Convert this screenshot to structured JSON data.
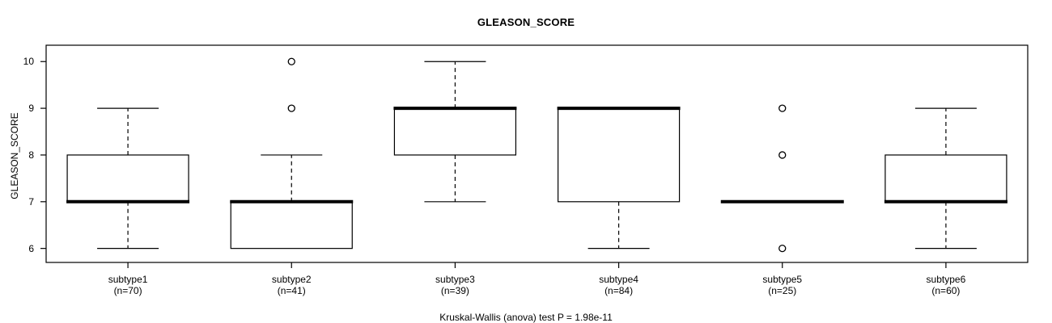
{
  "chart_data": {
    "type": "box",
    "title": "GLEASON_SCORE",
    "ylabel": "GLEASON_SCORE",
    "xlabel": "",
    "caption": "Kruskal-Wallis (anova) test P = 1.98e-11",
    "ylim": [
      5.7,
      10.35
    ],
    "yticks": [
      10,
      9,
      8,
      7,
      6
    ],
    "ytick_labels": [
      "10",
      "9",
      "8",
      "7",
      "6"
    ],
    "grid": false,
    "legend": "none",
    "categories": [
      "subtype1",
      "subtype2",
      "subtype3",
      "subtype4",
      "subtype5",
      "subtype6"
    ],
    "counts": [
      70,
      41,
      39,
      84,
      25,
      60
    ],
    "category_labels": [
      "subtype1",
      "subtype2",
      "subtype3",
      "subtype4",
      "subtype5",
      "subtype6"
    ],
    "count_labels": [
      "(n=70)",
      "(n=41)",
      "(n=39)",
      "(n=84)",
      "(n=25)",
      "(n=60)"
    ],
    "boxes": [
      {
        "name": "subtype1",
        "n": 70,
        "lower_whisker": 6,
        "q1": 7,
        "median": 7,
        "q3": 8,
        "upper_whisker": 9,
        "outliers": []
      },
      {
        "name": "subtype2",
        "n": 41,
        "lower_whisker": 6,
        "q1": 6,
        "median": 7,
        "q3": 7,
        "upper_whisker": 8,
        "outliers": [
          10,
          9
        ]
      },
      {
        "name": "subtype3",
        "n": 39,
        "lower_whisker": 7,
        "q1": 8,
        "median": 9,
        "q3": 9,
        "upper_whisker": 10,
        "outliers": []
      },
      {
        "name": "subtype4",
        "n": 84,
        "lower_whisker": 6,
        "q1": 7,
        "median": 9,
        "q3": 9,
        "upper_whisker": 9,
        "outliers": []
      },
      {
        "name": "subtype5",
        "n": 25,
        "lower_whisker": 7,
        "q1": 7,
        "median": 7,
        "q3": 7,
        "upper_whisker": 7,
        "outliers": [
          9,
          8,
          6
        ]
      },
      {
        "name": "subtype6",
        "n": 60,
        "lower_whisker": 6,
        "q1": 7,
        "median": 7,
        "q3": 8,
        "upper_whisker": 9,
        "outliers": []
      }
    ],
    "colors": {
      "box_fill": "#ffffff",
      "box_border": "#000000",
      "median": "#000000",
      "whisker": "#000000",
      "outlier": "#000000",
      "frame": "#000000",
      "text": "#000000",
      "background": "#ffffff"
    }
  }
}
